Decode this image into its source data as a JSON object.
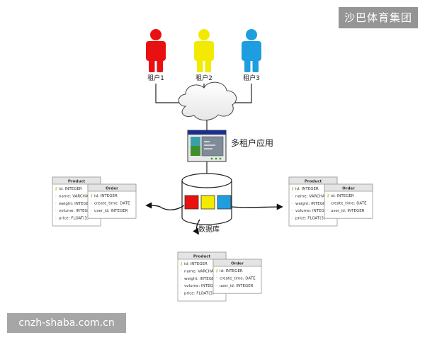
{
  "tenants": [
    {
      "label": "租户1",
      "color": "#e81010"
    },
    {
      "label": "租户2",
      "color": "#f2ea00"
    },
    {
      "label": "租户3",
      "color": "#1e9ee0"
    }
  ],
  "app": {
    "label": "多租户应用"
  },
  "database": {
    "label": "数据库",
    "segments": [
      "#e81010",
      "#f2ea00",
      "#1e9ee0"
    ]
  },
  "schema_product": {
    "title": "Product",
    "fields": [
      "id: INTEGER",
      "name: VARCHAR",
      "weight: INTEGER",
      "volume: INTEGER",
      "price: FLOAT(3)"
    ]
  },
  "schema_order": {
    "title": "Order",
    "fields": [
      "id: INTEGER",
      "create_time: DATE",
      "user_id: INTEGER"
    ]
  },
  "watermarks": {
    "top": "沙巴体育集团",
    "bottom": "cnzh-shaba.com.cn"
  }
}
